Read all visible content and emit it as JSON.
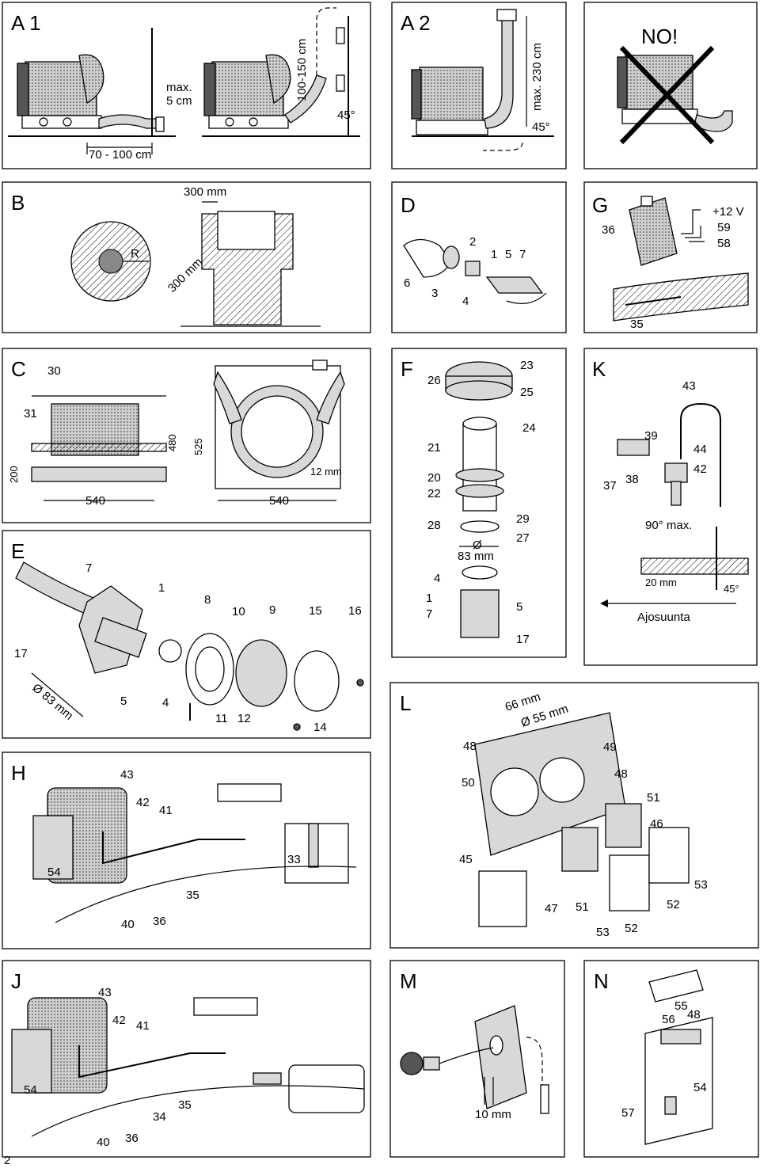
{
  "page_number": "2",
  "panels": {
    "A1": {
      "title": "A 1",
      "max_label_line1": "max.",
      "max_label_line2": "5 cm",
      "range_horizontal": "70 - 100 cm",
      "range_vertical": "100-150 cm",
      "angle": "45°"
    },
    "A2": {
      "title": "A 2",
      "max_vertical": "max. 230 cm",
      "angle": "45°"
    },
    "NO": {
      "title": "NO!"
    },
    "B": {
      "title": "B",
      "radius_label": "R",
      "width_label": "300 mm",
      "diag_label": "300 mm"
    },
    "D": {
      "title": "D",
      "callouts": [
        "2",
        "1",
        "5",
        "7",
        "6",
        "3",
        "4"
      ]
    },
    "G": {
      "title": "G",
      "callouts": [
        "36",
        "35"
      ],
      "wires": [
        "+12 V",
        "59",
        "58"
      ]
    },
    "C": {
      "title": "C",
      "callouts": [
        "30",
        "31"
      ],
      "dims": [
        "200",
        "480",
        "525",
        "540",
        "540",
        "12 mm"
      ]
    },
    "F": {
      "title": "F",
      "callouts": [
        "26",
        "23",
        "25",
        "24",
        "21",
        "20",
        "22",
        "28",
        "29",
        "27",
        "4",
        "1",
        "7",
        "5",
        "17"
      ],
      "diameter_line1": "Ø",
      "diameter_line2": "83 mm"
    },
    "K": {
      "title": "K",
      "callouts": [
        "43",
        "39",
        "44",
        "42",
        "37",
        "38"
      ],
      "angle_label": "90° max.",
      "depth_label": "20 mm",
      "angle2": "45°",
      "direction_label": "Ajosuunta"
    },
    "E": {
      "title": "E",
      "callouts": [
        "7",
        "1",
        "8",
        "10",
        "9",
        "15",
        "16",
        "17",
        "5",
        "4",
        "11",
        "12",
        "14"
      ],
      "diameter": "Ø 83 mm"
    },
    "H": {
      "title": "H",
      "callouts": [
        "43",
        "42",
        "41",
        "54",
        "33",
        "35",
        "40",
        "36"
      ]
    },
    "L": {
      "title": "L",
      "dims": [
        "66 mm",
        "Ø 55 mm"
      ],
      "callouts": [
        "48",
        "49",
        "50",
        "48",
        "51",
        "46",
        "45",
        "53",
        "47",
        "51",
        "52",
        "53",
        "52"
      ]
    },
    "J": {
      "title": "J",
      "callouts": [
        "43",
        "42",
        "41",
        "54",
        "35",
        "34",
        "40",
        "36"
      ]
    },
    "M": {
      "title": "M",
      "dim": "10 mm"
    },
    "N": {
      "title": "N",
      "callouts": [
        "55",
        "56",
        "48",
        "54",
        "57"
      ]
    }
  }
}
